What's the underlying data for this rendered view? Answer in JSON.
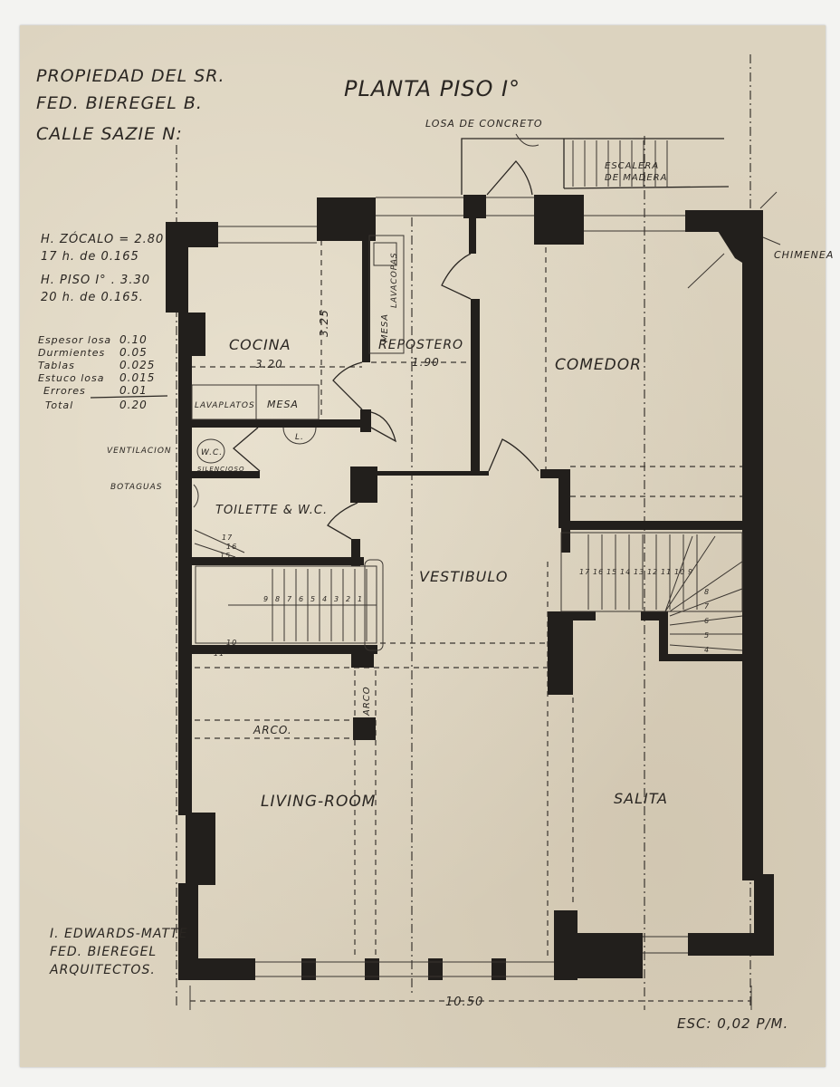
{
  "header": {
    "owner_lines": [
      "PROPIEDAD DEL SR.",
      "FED. BIEREGEL B.",
      "CALLE SAZIE N:"
    ],
    "title": "PLANTA PISO I°"
  },
  "notes": {
    "zocalo": [
      "H. ZÓCALO = 2.80",
      "17 h. de 0.165"
    ],
    "piso": [
      "H. PISO I° . 3.30",
      "20 h. de 0.165."
    ],
    "thickness": [
      {
        "label": "Espesor losa",
        "value": "0.10"
      },
      {
        "label": "Durmientes",
        "value": "0.05"
      },
      {
        "label": "Tablas",
        "value": "0.025"
      },
      {
        "label": "Estuco losa",
        "value": "0.015"
      },
      {
        "label": "Errores",
        "value": "0.01"
      },
      {
        "label": "Total",
        "value": "0.20"
      }
    ]
  },
  "rooms": {
    "cocina": "COCINA",
    "repostero": "REPOSTERO",
    "comedor": "COMEDOR",
    "toilette": "TOILETTE & W.C.",
    "vestibulo": "VESTIBULO",
    "living": "LIVING-ROOM",
    "salita": "SALITA"
  },
  "fixtures": {
    "lavaplatos": "LAVAPLATOS",
    "mesa": "MESA",
    "mesa_repostero": "MESA",
    "lavacopas": "LAVACOPAS",
    "wc": "W.C.",
    "lavatorio": "L.",
    "silencioso": "SILENCIOSO",
    "arco1": "ARCO.",
    "arco2": "ARCO"
  },
  "annotations": {
    "losa": "LOSA DE CONCRETO",
    "escalera": [
      "ESCALERA",
      "DE MADERA"
    ],
    "chimenea": "CHIMENEA",
    "ventilacion": "VENTILACION",
    "botaguas": "BOTAGUAS"
  },
  "dimensions": {
    "cocina_width": "3.20",
    "cocina_depth": "3.25",
    "repostero_width": "1.90",
    "total_width": "10.50"
  },
  "stairs": {
    "left_steps": [
      "1",
      "2",
      "3",
      "4",
      "5",
      "6",
      "7",
      "8",
      "9",
      "10",
      "11"
    ],
    "right_steps": [
      "4",
      "5",
      "6",
      "7",
      "8",
      "9",
      "10",
      "11",
      "12",
      "13",
      "14",
      "15",
      "16",
      "17"
    ],
    "small_steps": [
      "15",
      "16",
      "17"
    ]
  },
  "footer": {
    "architects": [
      "I. EDWARDS-MATTE",
      "FED. BIEREGEL",
      "ARQUITECTOS."
    ],
    "scale": "ESC: 0,02 P/M."
  }
}
